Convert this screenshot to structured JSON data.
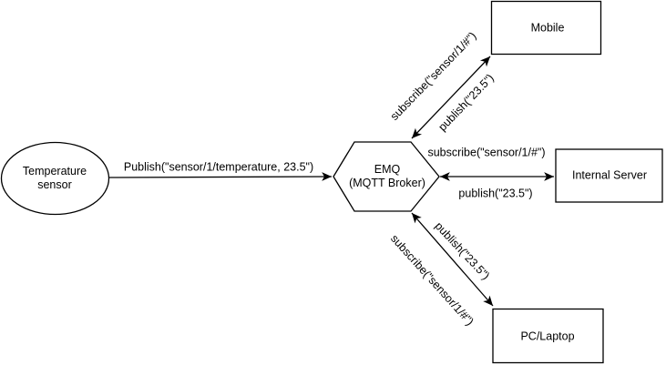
{
  "diagram": {
    "background_color": "#ffffff",
    "stroke_color": "#000000",
    "text_color": "#000000"
  },
  "nodes": {
    "sensor": {
      "line1": "Temperature",
      "line2": "sensor"
    },
    "broker": {
      "line1": "EMQ",
      "line2": "(MQTT Broker)"
    },
    "mobile": {
      "label": "Mobile"
    },
    "internal_server": {
      "label": "Internal Server"
    },
    "pc_laptop": {
      "label": "PC/Laptop"
    }
  },
  "edges": {
    "sensor_to_broker": {
      "label": "Publish(\"sensor/1/temperature, 23.5\")"
    },
    "broker_mobile": {
      "subscribe": "subscribe(\"sensor/1/#\")",
      "publish": "publish(\"23.5\")"
    },
    "broker_internal": {
      "subscribe": "subscribe(\"sensor/1/#\")",
      "publish": "publish(\"23.5\")"
    },
    "broker_pc": {
      "subscribe": "subscribe(\"sensor/1/#\")",
      "publish": "publish(\"23.5\")"
    }
  }
}
